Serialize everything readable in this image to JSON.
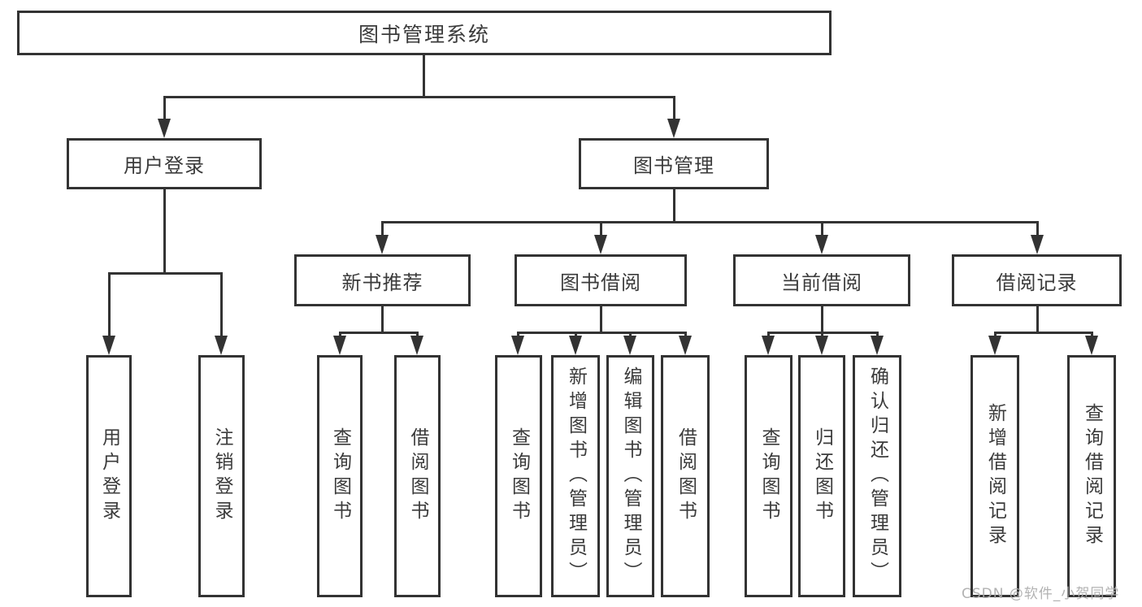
{
  "tree": {
    "label": "图书管理系统",
    "children": [
      {
        "label": "用户登录",
        "children": [
          {
            "label": "用户登录"
          },
          {
            "label": "注销登录"
          }
        ]
      },
      {
        "label": "图书管理",
        "children": [
          {
            "label": "新书推荐",
            "children": [
              {
                "label": "查询图书"
              },
              {
                "label": "借阅图书"
              }
            ]
          },
          {
            "label": "图书借阅",
            "children": [
              {
                "label": "查询图书"
              },
              {
                "label": "新增图书（管理员）"
              },
              {
                "label": "编辑图书（管理员）"
              },
              {
                "label": "借阅图书"
              }
            ]
          },
          {
            "label": "当前借阅",
            "children": [
              {
                "label": "查询图书"
              },
              {
                "label": "归还图书"
              },
              {
                "label": "确认归还（管理员）"
              }
            ]
          },
          {
            "label": "借阅记录",
            "children": [
              {
                "label": "新增借阅记录"
              },
              {
                "label": "查询借阅记录"
              }
            ]
          }
        ]
      }
    ]
  },
  "watermark": {
    "text": "CSDN @软件_小贺同学"
  },
  "colors": {
    "line": "#333333",
    "node_text": "#3b3b3b",
    "watermark": "#ababab",
    "background": "#ffffff"
  }
}
